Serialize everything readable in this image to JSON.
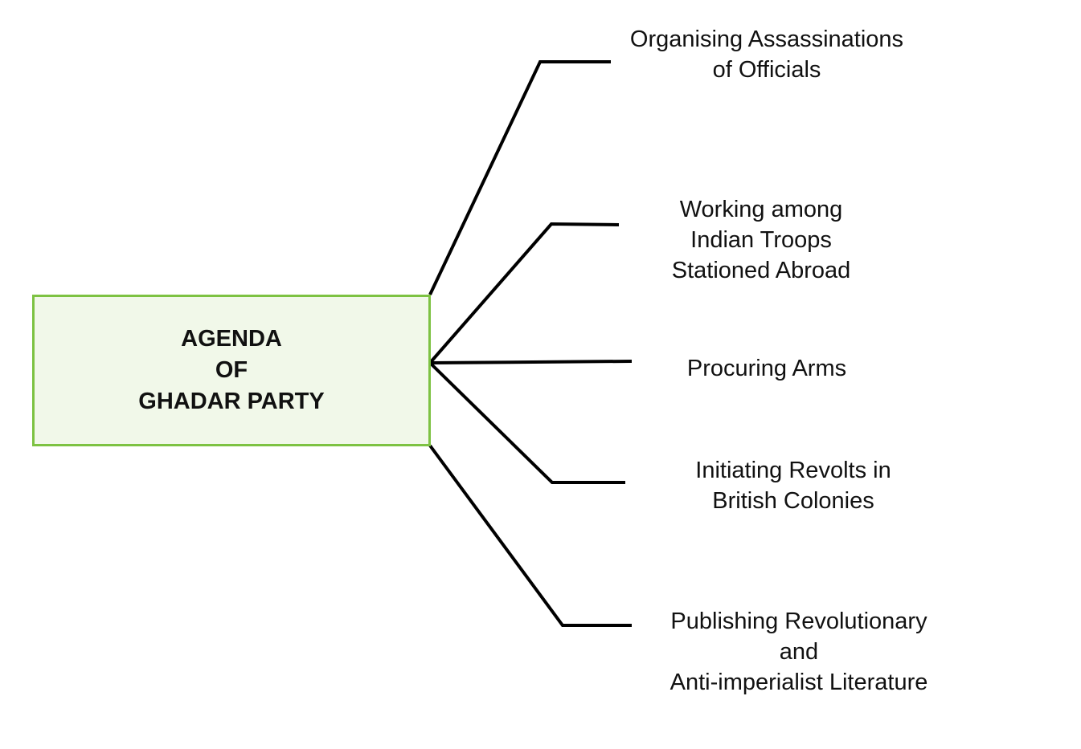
{
  "central": {
    "lines": [
      "AGENDA",
      "OF",
      "GHADAR PARTY"
    ],
    "fill": "#f1f8e9",
    "border": "#7dc242"
  },
  "branches": [
    {
      "lines": [
        "Organising Assassinations",
        "of Officials"
      ]
    },
    {
      "lines": [
        "Working among",
        "Indian Troops",
        "Stationed Abroad"
      ]
    },
    {
      "lines": [
        "Procuring Arms"
      ]
    },
    {
      "lines": [
        "Initiating Revolts in",
        "British Colonies"
      ]
    },
    {
      "lines": [
        "Publishing Revolutionary",
        "and",
        "Anti-imperialist Literature"
      ]
    }
  ],
  "connector_color": "#000000"
}
